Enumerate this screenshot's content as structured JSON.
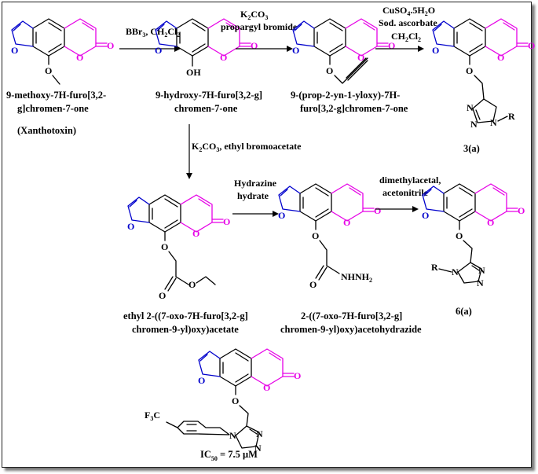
{
  "colors": {
    "furan": "#0000cc",
    "pyranone": "#e600e6",
    "benzene": "#000000",
    "oxygen_in_ring": "#e600e6"
  },
  "molecules": {
    "m1": {
      "caption": [
        "9-methoxy-7H-furo[3,2-",
        "g]chromen-7-one"
      ],
      "common_name": "(Xanthotoxin)"
    },
    "m2": {
      "caption": [
        "9-hydroxy-7H-furo[3,2-g]",
        "chromen-7-one"
      ],
      "sub_label": "OH"
    },
    "m3": {
      "caption": [
        "9-(prop-2-yn-1-yloxy)-7H-",
        "furo[3,2-g]chromen-7-one"
      ]
    },
    "m4": {
      "caption": "3(a)",
      "r_label": "R"
    },
    "m5": {
      "caption": [
        "ethyl 2-((7-oxo-7H-furo[3,2-g]",
        "chromen-9-yl)oxy)acetate"
      ]
    },
    "m6": {
      "caption": [
        "2-((7-oxo-7H-furo[3,2-g]",
        "chromen-9-yl)oxy)acetohydrazide"
      ],
      "nh_label": "NHNH",
      "nh_sub": "2"
    },
    "m7": {
      "caption": "6(a)",
      "r_label": "R"
    },
    "m8": {
      "cf3_label": "F",
      "cf3_sub": "3",
      "cf3_tail": "C",
      "activity": "IC",
      "activity_sub": "50",
      "activity_value": " = 7.5 μM"
    }
  },
  "reagents": {
    "r1": {
      "line1_a": "BBr",
      "line1_sub1": "3",
      "line1_b": ", CH",
      "line1_sub2": "2",
      "line1_c": "Cl",
      "line1_sub3": "2"
    },
    "r2": {
      "line1_a": "K",
      "line1_sub": "2",
      "line1_b": "CO",
      "line1_sub2": "3",
      "line2": "propargyl bromide"
    },
    "r3": {
      "line1_a": "CuSO",
      "line1_sub": "4",
      "line1_b": ".5H",
      "line1_sub2": "2",
      "line1_c": "O",
      "line2": "Sod. ascorbate",
      "line3_a": "CH",
      "line3_sub": "2",
      "line3_b": "Cl",
      "line3_sub2": "2"
    },
    "r4": {
      "text_a": "K",
      "text_sub": "2",
      "text_b": "CO",
      "text_sub2": "3",
      "text_c": ", ethyl bromoacetate"
    },
    "r5": {
      "line1": "Hydrazine",
      "line2": "hydrate"
    },
    "r6": {
      "line1": "dimethylacetal,",
      "line2": "acetonitrile"
    }
  },
  "atoms": {
    "O": "O",
    "N": "N"
  }
}
